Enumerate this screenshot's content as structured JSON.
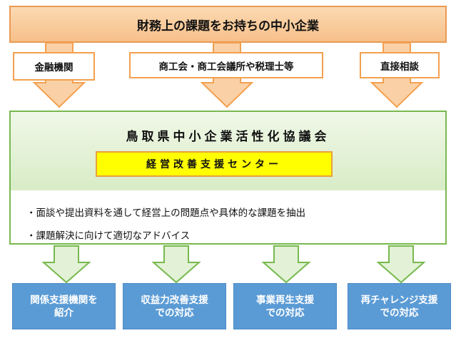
{
  "top": {
    "title": "財務上の課題をお持ちの中小企業"
  },
  "channels": [
    "金融機関",
    "商工会・商工会議所や税理士等",
    "直接相談"
  ],
  "council": {
    "title": "鳥取県中小企業活性化協議会",
    "center": "経営改善支援センター",
    "bullets": [
      "・面談や提出資料を通して経営上の問題点や具体的な課題を抽出",
      "・課題解決に向けて適切なアドバイス"
    ]
  },
  "results": [
    [
      "関係支援機関を",
      "紹介"
    ],
    [
      "収益力改善支援",
      "での対応"
    ],
    [
      "事業再生支援",
      "での対応"
    ],
    [
      "再チャレンジ支援",
      "での対応"
    ]
  ],
  "colors": {
    "orange_fill": "#fad1a6",
    "orange_border": "#f3a04f",
    "green_fill": "#e3f2d6",
    "green_border": "#77b94e",
    "yellow": "#ffff00",
    "blue": "#5b9bd5"
  }
}
